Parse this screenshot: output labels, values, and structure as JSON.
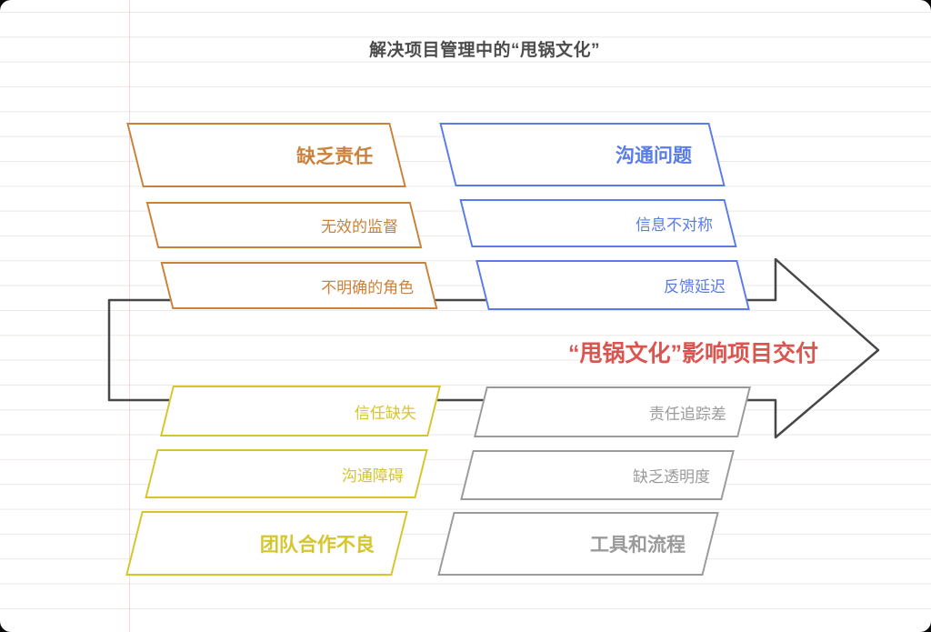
{
  "page": {
    "title": "解决项目管理中的“甩锅文化”"
  },
  "arrow": {
    "label": "“甩锅文化”影响项目交付",
    "label_color": "#da5550",
    "stroke_color": "#474747"
  },
  "groups": [
    {
      "name": "缺乏责任",
      "position": "top-left",
      "color": "#c9813b",
      "items": [
        "无效的监督",
        "不明确的角色"
      ]
    },
    {
      "name": "沟通问题",
      "position": "top-right",
      "color": "#5a7ce6",
      "items": [
        "信息不对称",
        "反馈延迟"
      ]
    },
    {
      "name": "团队合作不良",
      "position": "bottom-left",
      "color": "#d6c52b",
      "items": [
        "信任缺失",
        "沟通障碍"
      ]
    },
    {
      "name": "工具和流程",
      "position": "bottom-right",
      "color": "#9a9a9a",
      "items": [
        "责任追踪差",
        "缺乏透明度"
      ]
    }
  ],
  "background": {
    "ruled_line_color": "#f2ecea",
    "margin_line_color": "#f6dada"
  }
}
